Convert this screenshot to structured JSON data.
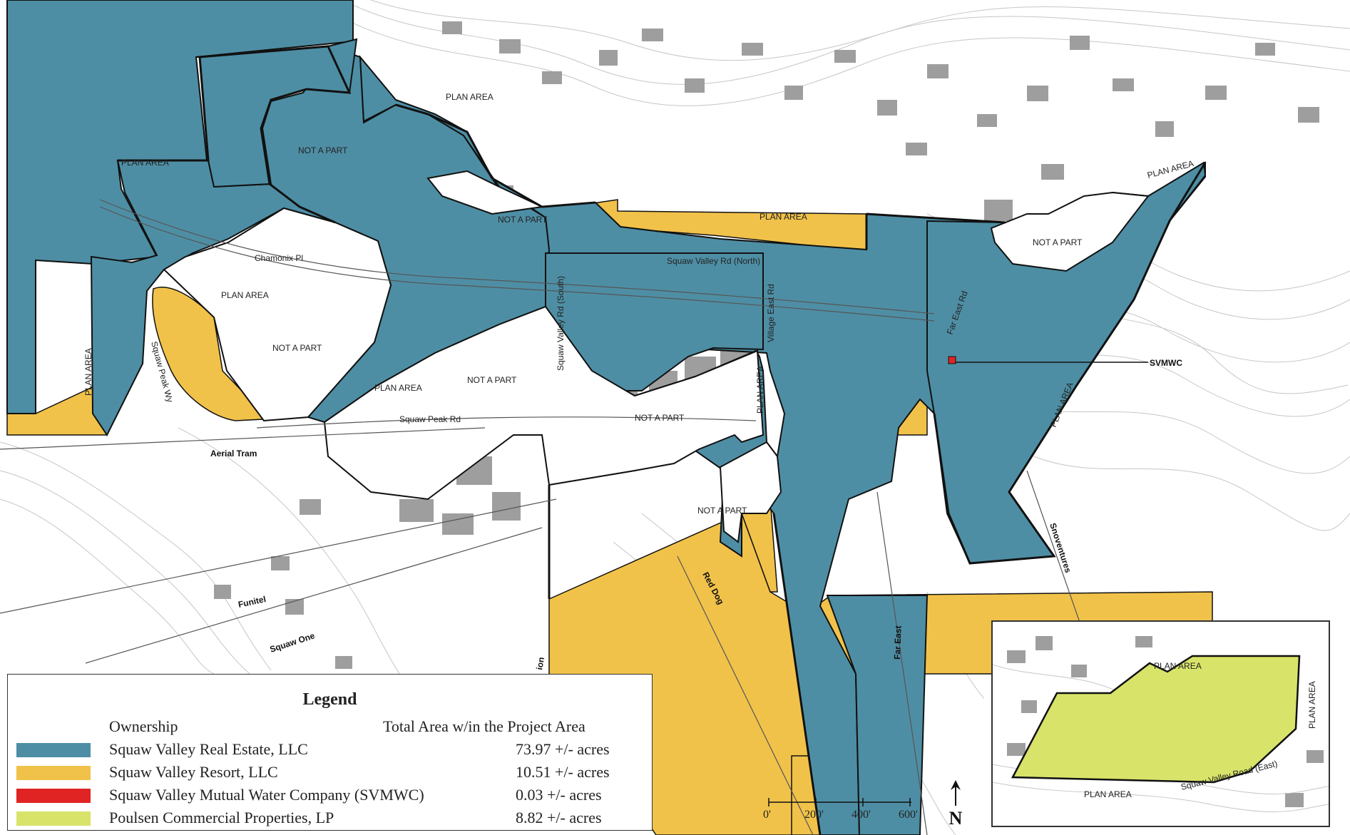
{
  "colors": {
    "real_estate": "#4e8ea4",
    "resort": "#f1c24a",
    "water_company": "#e02424",
    "poulsen": "#d8e36a",
    "boundary": "#111111",
    "building": "#9a9a9a",
    "contour": "#bdbdbd"
  },
  "map_labels": {
    "plan_area_top": "PLAN AREA",
    "plan_area_left": "PLAN AREA",
    "plan_area_center": "PLAN AREA",
    "plan_area_mid": "PLAN AREA",
    "plan_area_low": "PLAN AREA",
    "plan_area_west_vert": "PLAN AREA",
    "plan_area_village_vert": "PLAN AREA",
    "plan_area_east_vert": "PLAN AREA",
    "plan_area_ne": "PLAN AREA",
    "not_part_1": "NOT A PART",
    "not_part_2": "NOT A PART",
    "not_part_3": "NOT A PART",
    "not_part_4": "NOT A PART",
    "not_part_5": "NOT A PART",
    "not_part_6": "NOT A PART",
    "not_part_7": "NOT A PART",
    "chamonix": "Chamonix Pl",
    "squaw_valley_rd_north": "Squaw Valley Rd (North)",
    "squaw_valley_rd_south": "Squaw Valley Rd (South)",
    "village_east_rd": "Village East Rd",
    "far_east_rd": "Far East Rd",
    "squaw_peak_rd": "Squaw Peak Rd",
    "squaw_peak_wy": "Squaw Peak Wy",
    "aerial_tram": "Aerial Tram",
    "funitel": "Funitel",
    "squaw_one": "Squaw One",
    "red_dog": "Red Dog",
    "far_east": "Far East",
    "snowventures": "Snoventures",
    "svmwc": "SVMWC",
    "partial_lift": "ion"
  },
  "legend": {
    "title": "Legend",
    "col_ownership": "Ownership",
    "col_area": "Total Area w/in the Project Area",
    "rows": [
      {
        "name": "Squaw Valley Real Estate, LLC",
        "area": "73.97 +/- acres"
      },
      {
        "name": "Squaw Valley Resort, LLC",
        "area": "10.51 +/- acres"
      },
      {
        "name": "Squaw Valley Mutual Water Company (SVMWC)",
        "area": "0.03 +/- acres"
      },
      {
        "name": "Poulsen Commercial Properties, LP",
        "area": "8.82 +/- acres"
      }
    ]
  },
  "inset": {
    "plan_area_top": "PLAN AREA",
    "plan_area_right": "PLAN AREA",
    "plan_area_bottom": "PLAN AREA",
    "road": "Squaw Valley Road (East)"
  },
  "scale_bar": {
    "ticks": [
      "0'",
      "200'",
      "400'",
      "600'"
    ]
  },
  "north_arrow": {
    "letter": "N"
  }
}
